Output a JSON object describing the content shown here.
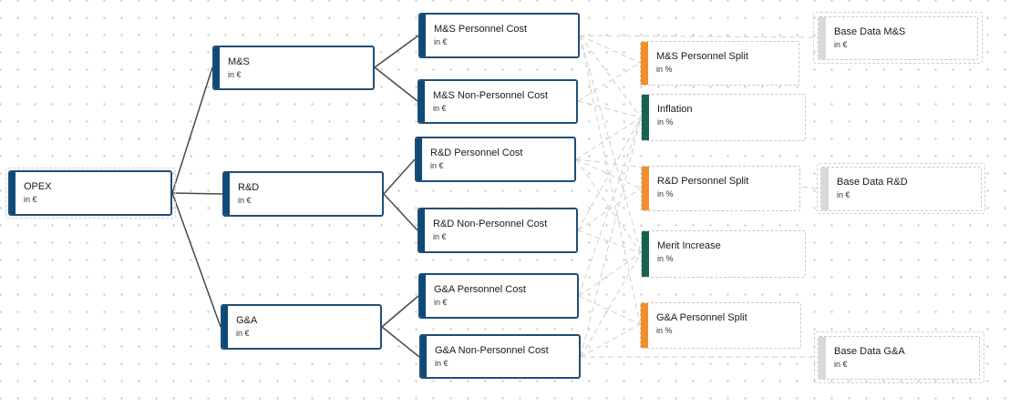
{
  "nodes": {
    "opex": {
      "title": "OPEX",
      "unit": "in €"
    },
    "ms": {
      "title": "M&S",
      "unit": "in €"
    },
    "rd": {
      "title": "R&D",
      "unit": "in €"
    },
    "ga": {
      "title": "G&A",
      "unit": "in €"
    },
    "ms_pc": {
      "title": "M&S Personnel Cost",
      "unit": "in €"
    },
    "ms_npc": {
      "title": "M&S Non-Personnel Cost",
      "unit": "in €"
    },
    "rd_pc": {
      "title": "R&D Personnel Cost",
      "unit": "in €"
    },
    "rd_npc": {
      "title": "R&D Non-Personnel Cost",
      "unit": "in €"
    },
    "ga_pc": {
      "title": "G&A Personnel Cost",
      "unit": "in €"
    },
    "ga_npc": {
      "title": "G&A Non-Personnel Cost",
      "unit": "in €"
    },
    "ms_split": {
      "title": "M&S Personnel Split",
      "unit": "in %"
    },
    "inflation": {
      "title": "Inflation",
      "unit": "in %"
    },
    "rd_split": {
      "title": "R&D Personnel Split",
      "unit": "in %"
    },
    "merit": {
      "title": "Merit Increase",
      "unit": "in %"
    },
    "ga_split": {
      "title": "G&A Personnel Split",
      "unit": "in %"
    },
    "base_ms": {
      "title": "Base Data M&S",
      "unit": "in €"
    },
    "base_rd": {
      "title": "Base Data R&D",
      "unit": "in €"
    },
    "base_ga": {
      "title": "Base Data G&A",
      "unit": "in €"
    }
  },
  "colors": {
    "primary": "#0d4a78",
    "split": "#f28e2b",
    "rate": "#176150",
    "base": "#d9d9d9"
  }
}
